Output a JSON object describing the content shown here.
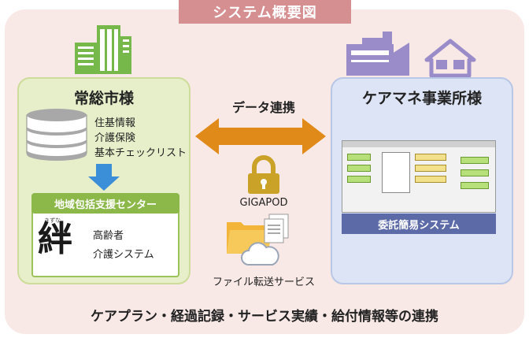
{
  "title": "システム概要図",
  "left_panel": {
    "heading": "常総市様",
    "db_items": [
      "住基情報",
      "介護保険",
      "基本チェックリスト"
    ],
    "sub_header": "地域包括支援センター",
    "sub_lines": [
      "高齢者",
      "介護システム"
    ],
    "logo_furigana": "きずな",
    "logo_char": "絆"
  },
  "right_panel": {
    "heading": "ケアマネ事業所様",
    "system_name": "委託簡易システム"
  },
  "center": {
    "link_label": "データ連携",
    "lock_label": "GIGAPOD",
    "transfer_label": "ファイル転送サービス"
  },
  "footer": "ケアプラン・経過記録・サービス実績・給付情報等の連携",
  "colors": {
    "background": "#f8e9e6",
    "title_tab": "#d58f91",
    "left_panel": "#e6efc9",
    "right_panel": "#dce4f5",
    "building_green": "#77b84a",
    "building_purple": "#9a8cc8",
    "arrow_orange": "#e08a1a",
    "lock_gold": "#c9a227",
    "down_arrow_blue": "#3b8ed8",
    "caption_blue": "#5c6aa8"
  }
}
